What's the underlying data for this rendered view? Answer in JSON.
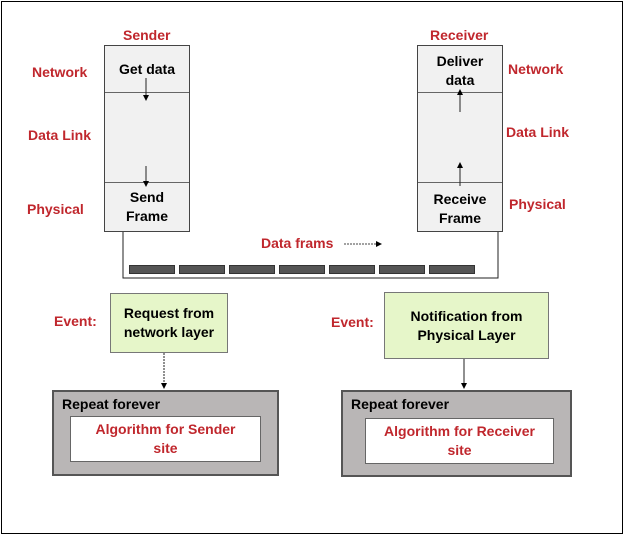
{
  "sender": {
    "title": "Sender",
    "layer_network": "Network",
    "layer_datalink": "Data Link",
    "layer_physical": "Physical",
    "top_cell": "Get data",
    "bottom_cell_line1": "Send",
    "bottom_cell_line2": "Frame",
    "event_label": "Event:",
    "event_line1": "Request from",
    "event_line2": "network layer",
    "repeat_label": "Repeat forever",
    "algo_line1": "Algorithm for Sender",
    "algo_line2": "site"
  },
  "receiver": {
    "title": "Receiver",
    "layer_network": "Network",
    "layer_datalink": "Data Link",
    "layer_physical": "Physical",
    "top_cell_line1": "Deliver",
    "top_cell_line2": "data",
    "bottom_cell_line1": "Receive",
    "bottom_cell_line2": "Frame",
    "event_label": "Event:",
    "event_line1": "Notification from",
    "event_line2": "Physical Layer",
    "repeat_label": "Repeat forever",
    "algo_line1": "Algorithm for Receiver",
    "algo_line2": "site"
  },
  "channel": {
    "label": "Data frams",
    "frame_count": 7
  },
  "colors": {
    "label_red": "#c0272d",
    "stack_fill": "#f1f1f1",
    "event_fill": "#e6f6c9",
    "repeat_fill": "#b9b6b6",
    "frame_fill": "#555555"
  }
}
